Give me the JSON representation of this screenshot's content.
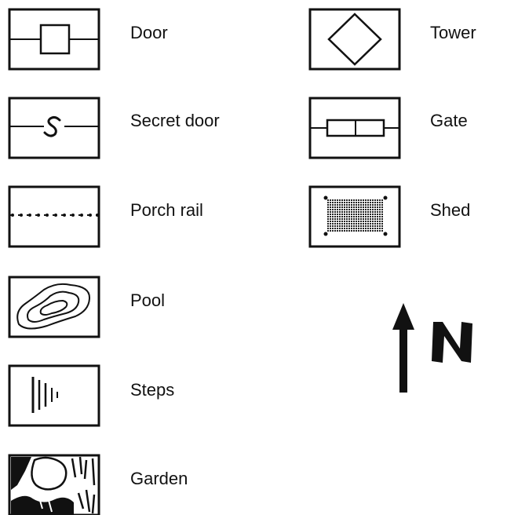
{
  "legend": {
    "left_column": [
      {
        "label": "Door",
        "icon": "door-icon"
      },
      {
        "label": "Secret door",
        "icon": "secret-door-icon"
      },
      {
        "label": "Porch rail",
        "icon": "porch-rail-icon"
      },
      {
        "label": "Pool",
        "icon": "pool-icon"
      },
      {
        "label": "Steps",
        "icon": "steps-icon"
      },
      {
        "label": "Garden",
        "icon": "garden-icon"
      }
    ],
    "right_column": [
      {
        "label": "Tower",
        "icon": "tower-icon"
      },
      {
        "label": "Gate",
        "icon": "gate-icon"
      },
      {
        "label": "Shed",
        "icon": "shed-icon"
      }
    ]
  },
  "compass": {
    "letter": "N",
    "icon": "north-arrow-icon"
  },
  "colors": {
    "ink": "#111111",
    "background": "#ffffff"
  }
}
